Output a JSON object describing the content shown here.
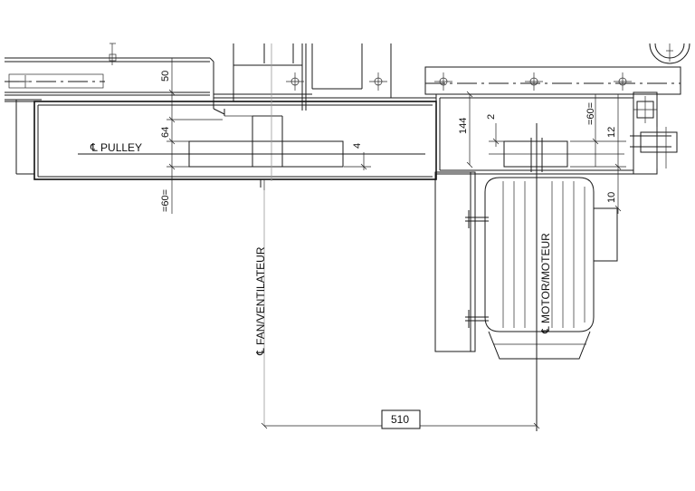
{
  "labels": {
    "pulley": "℄ PULLEY",
    "fan": "℄ FAN/VENTILATEUR",
    "motor": "℄ MOTOR/MOTEUR"
  },
  "dimensions": {
    "d50": "50",
    "d64": "64",
    "d4": "4",
    "d60_left": "=60=",
    "d144": "144",
    "d2": "2",
    "d60_right": "=60=",
    "d12": "12",
    "d10": "10",
    "d510": "510"
  }
}
